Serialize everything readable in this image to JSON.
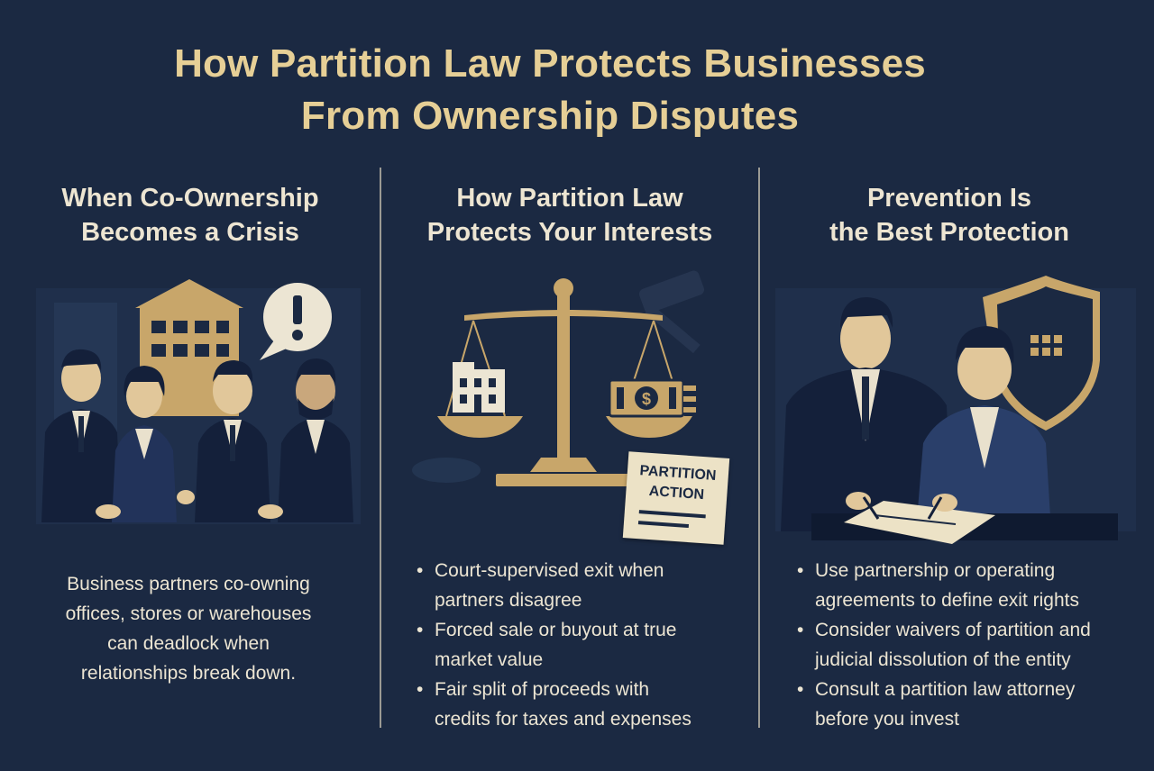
{
  "title": {
    "line1": "How Partition Law Protects Businesses",
    "line2": "From Ownership Disputes"
  },
  "columns": [
    {
      "heading_line1": "When Co-Ownership",
      "heading_line2": "Becomes a Crisis",
      "illustration": "business-partners-arguing-icon",
      "body_lines": [
        "Business partners co-owning",
        "offices, stores or warehouses",
        "can deadlock when",
        "relationships break down."
      ]
    },
    {
      "heading_line1": "How Partition Law",
      "heading_line2": "Protects Your Interests",
      "illustration": "scales-of-justice-icon",
      "document_line1": "PARTITION",
      "document_line2": "ACTION",
      "bullets": [
        {
          "line1": "Court-supervised exit when",
          "line2": "partners disagree"
        },
        {
          "line1": "Forced sale or buyout at true",
          "line2": "market value"
        },
        {
          "line1": "Fair split of proceeds with",
          "line2": "credits for taxes and expenses"
        }
      ]
    },
    {
      "heading_line1": "Prevention Is",
      "heading_line2": "the Best Protection",
      "illustration": "signing-agreement-shield-icon",
      "bullets": [
        {
          "line1": "Use partnership or operating",
          "line2": "agreements to define exit rights"
        },
        {
          "line1": "Consider waivers of partition and",
          "line2": "judicial dissolution of the entity"
        },
        {
          "line1": "Consult a partition law attorney",
          "line2": "before you invest"
        }
      ]
    }
  ],
  "colors": {
    "background": "#1b2942",
    "gold": "#c8a66a",
    "title": "#e6cf96",
    "text": "#ece5d3"
  }
}
